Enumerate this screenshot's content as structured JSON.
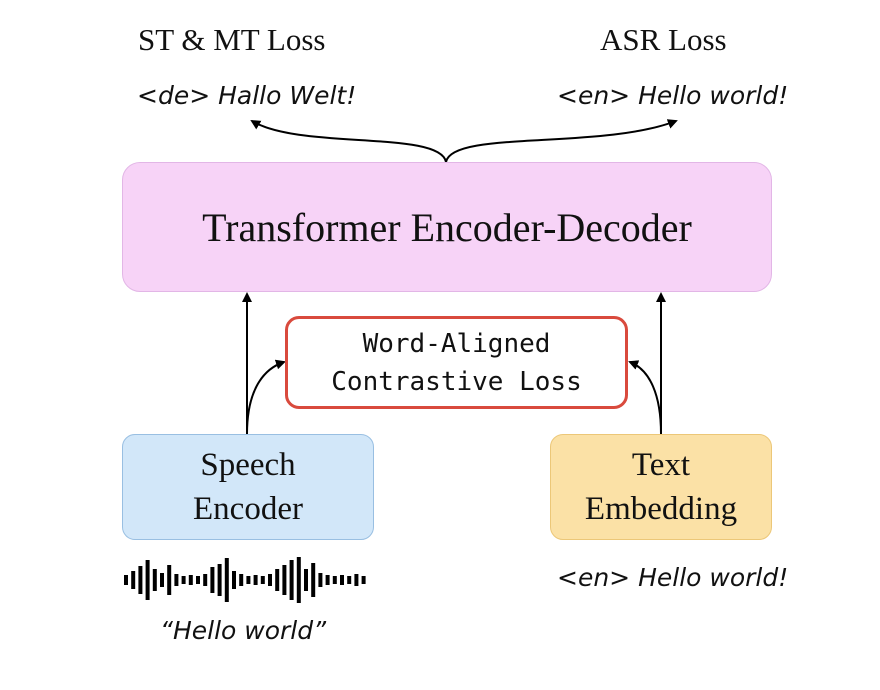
{
  "losses": {
    "left_title": "ST & MT Loss",
    "left_target": "<de> Hallo Welt!",
    "right_title": "ASR Loss",
    "right_target": "<en> Hello world!"
  },
  "transformer": {
    "label": "Transformer Encoder-Decoder",
    "color": "#f7d3f7"
  },
  "contrastive": {
    "line1": "Word-Aligned",
    "line2": "Contrastive Loss",
    "border_color": "#d94a3d"
  },
  "speech_encoder": {
    "line1": "Speech",
    "line2": "Encoder",
    "color": "#d2e7f9"
  },
  "text_embedding": {
    "line1": "Text",
    "line2": "Embedding",
    "color": "#fbe1a6"
  },
  "speech_input": {
    "icon": "waveform-icon",
    "caption": "“Hello world”"
  },
  "text_input": {
    "caption": "<en> Hello world!"
  }
}
